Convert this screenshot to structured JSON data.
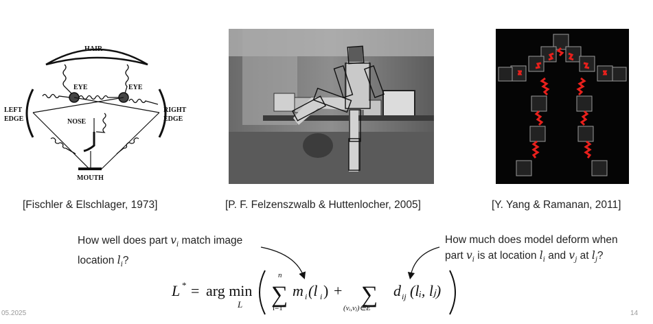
{
  "figures": [
    {
      "caption": "[Fischler & Elschlager, 1973]",
      "labels": {
        "hair": "HAIR",
        "eye_left": "EYE",
        "eye_right": "EYE",
        "left_edge_1": "LEFT",
        "left_edge_2": "EDGE",
        "right_edge_1": "RIGHT",
        "right_edge_2": "EDGE",
        "nose": "NOSE",
        "mouth": "MOUTH"
      }
    },
    {
      "caption": "[P. F. Felzenszwalb & Huttenlocher, 2005]"
    },
    {
      "caption": "[Y. Yang & Ramanan, 2011]"
    }
  ],
  "notes": {
    "left": {
      "line1_pre": "How well does part ",
      "v_i": "v",
      "v_sub": "i",
      "line1_post": " match image",
      "line2_pre": "location ",
      "l_i": "l",
      "l_sub": "i",
      "line2_post": "?"
    },
    "right": {
      "line1": "How much does model deform when",
      "line2_pre": "part ",
      "line2_mid1": " is at location ",
      "line2_mid2": " and ",
      "line2_mid3": " at ",
      "line2_end": "?"
    }
  },
  "formula": {
    "lhs": "L",
    "star": "*",
    "equals": "=",
    "op": "arg min",
    "op_sub": "L",
    "sum1_top": "n",
    "sum1_bottom": "i=1",
    "term1": "m",
    "term1_sub": "i",
    "term1_arg": "(l",
    "term1_arg_sub": "i",
    "term1_close": ")",
    "plus": "+",
    "sum2_bottom": "(vᵢ,vⱼ)∈E",
    "term2": "d",
    "term2_sub": "ij",
    "term2_arg": "(lᵢ, lⱼ)"
  },
  "footer": {
    "date": "05.2025",
    "page": "14"
  },
  "colors": {
    "spring_red": "#e8201c",
    "dark_bg": "#050505",
    "photo_gray": "#8a8a8a"
  }
}
